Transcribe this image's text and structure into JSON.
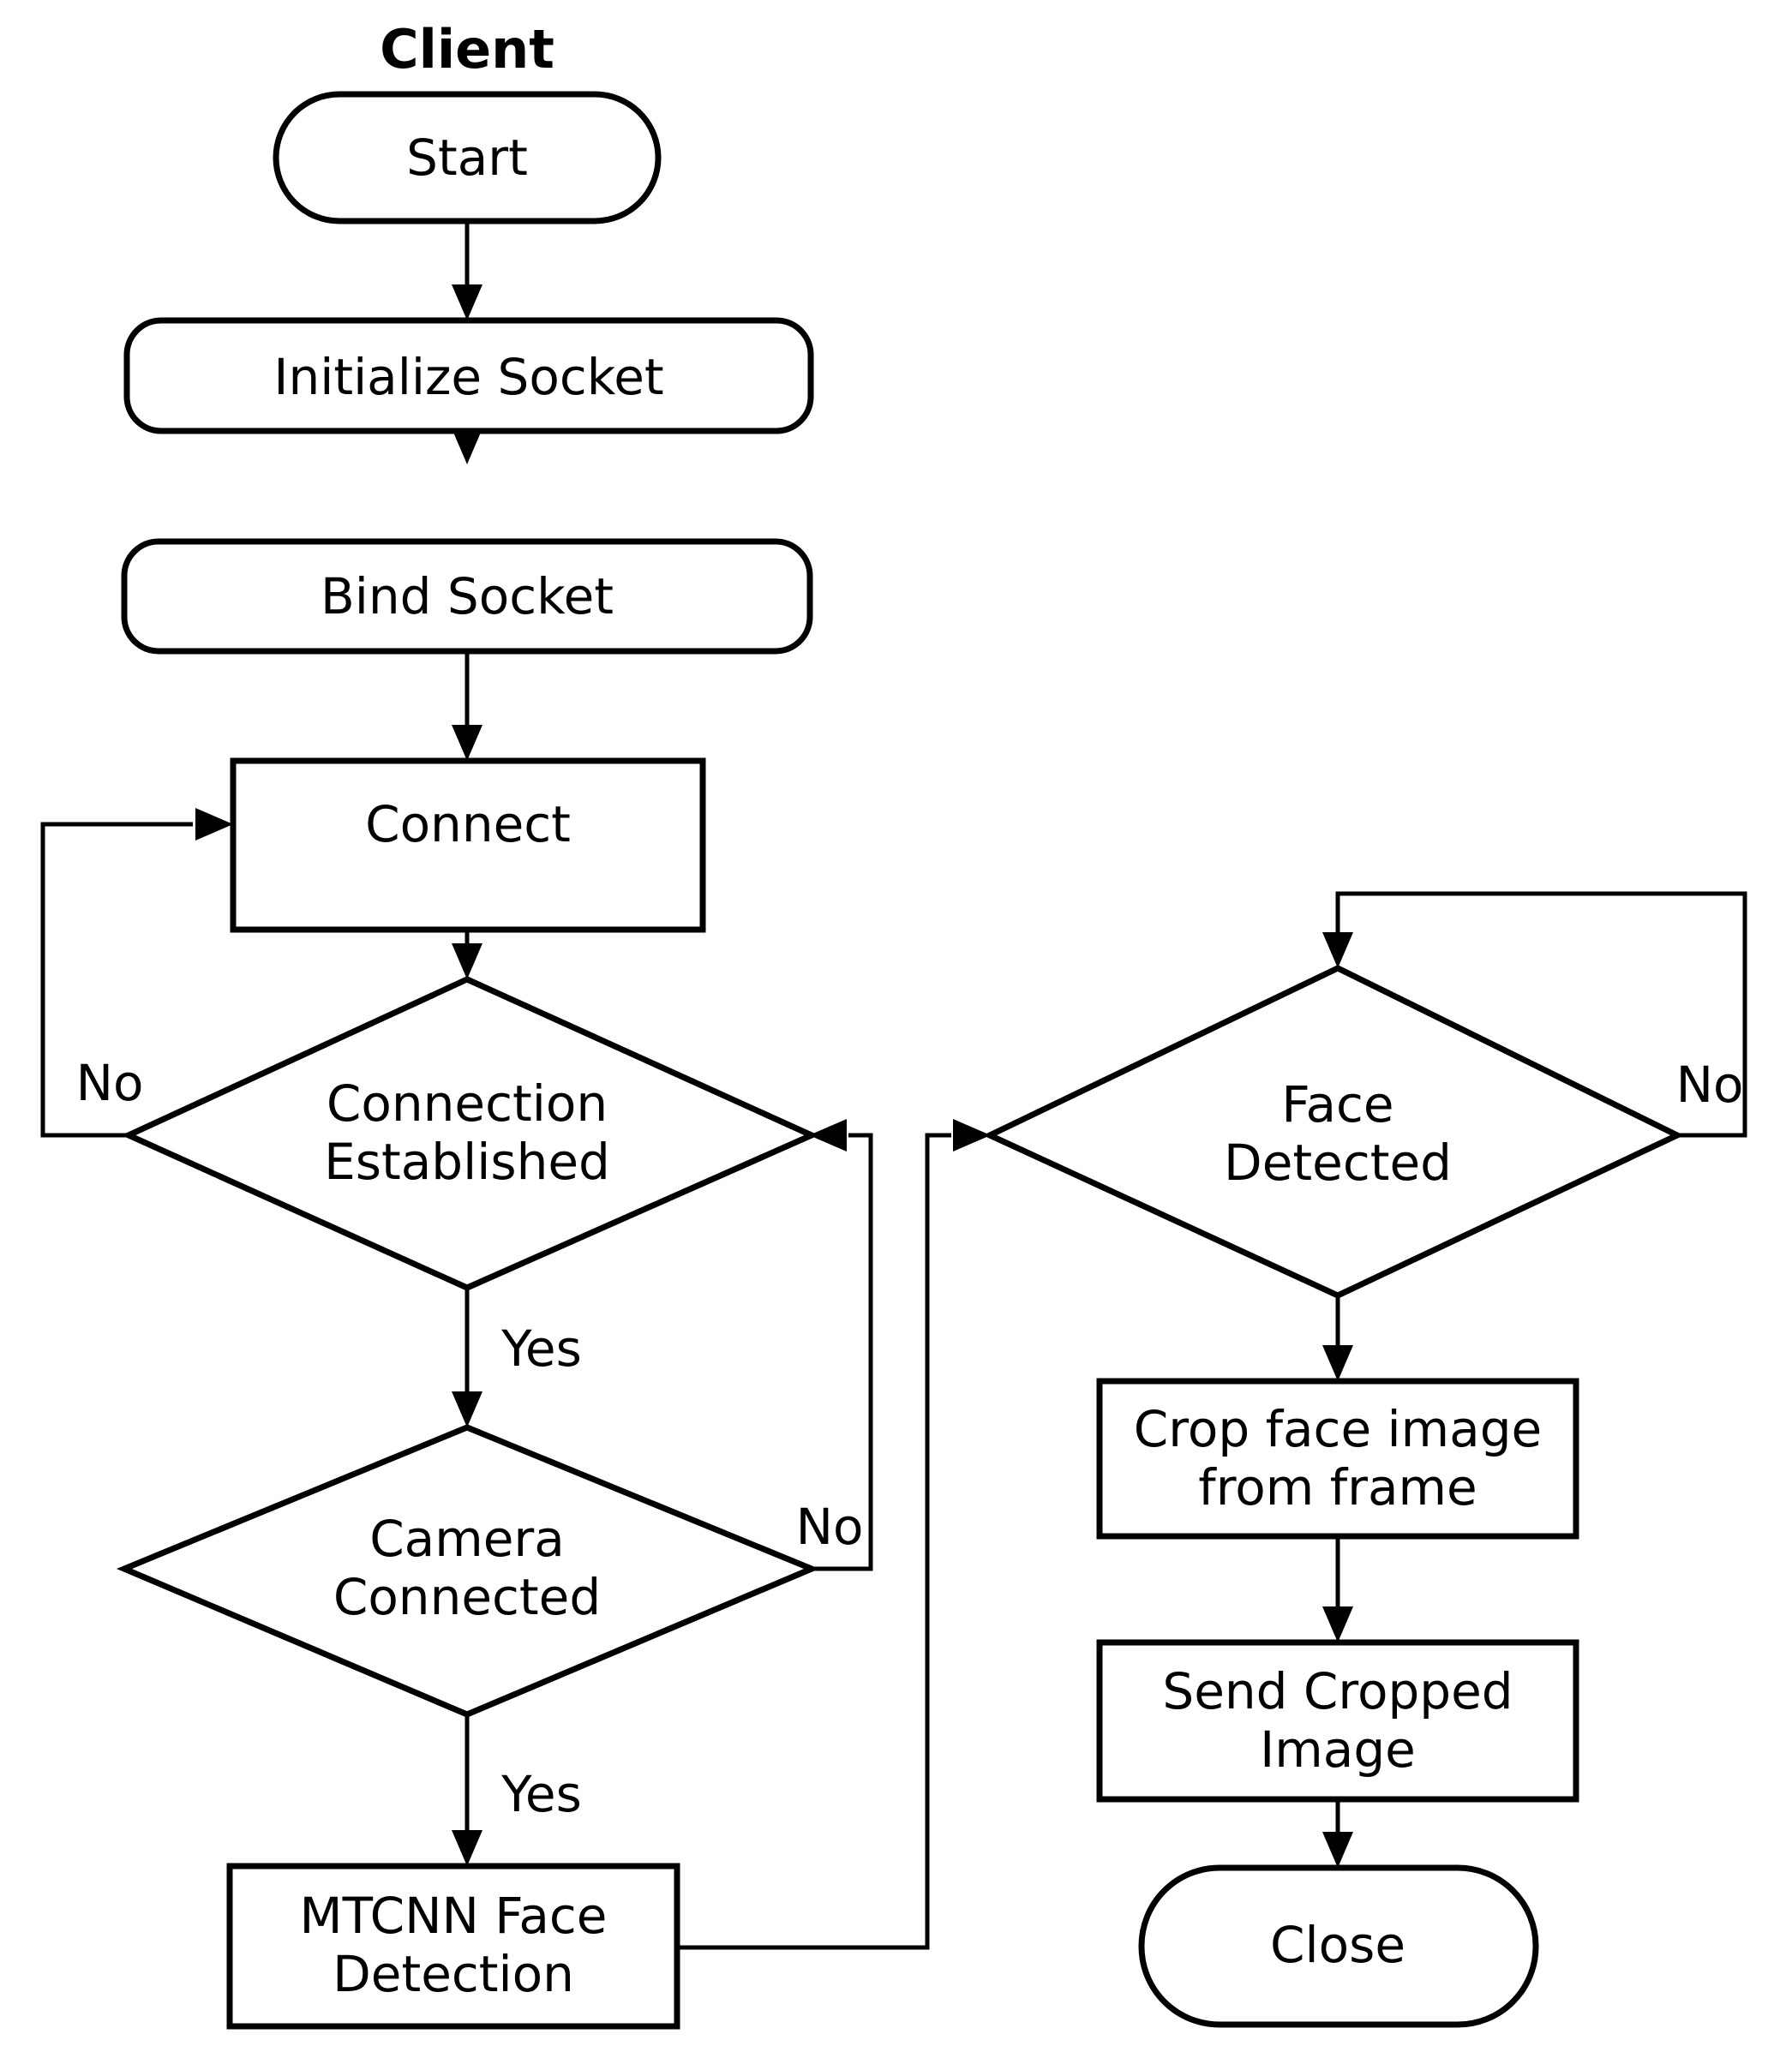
{
  "diagram": {
    "title": "Client",
    "type": "flowchart",
    "background_color": "#ffffff",
    "line_color": "#000000",
    "text_color": "#000000",
    "nodes": [
      {
        "id": "start",
        "shape": "stadium",
        "line1": "Start",
        "line2": ""
      },
      {
        "id": "init_socket",
        "shape": "stadium",
        "line1": "Initialize Socket",
        "line2": ""
      },
      {
        "id": "bind_socket",
        "shape": "stadium",
        "line1": "Bind Socket",
        "line2": ""
      },
      {
        "id": "connect",
        "shape": "rect",
        "line1": "Connect",
        "line2": ""
      },
      {
        "id": "conn_est",
        "shape": "diamond",
        "line1": "Connection",
        "line2": "Established"
      },
      {
        "id": "cam_conn",
        "shape": "diamond",
        "line1": "Camera",
        "line2": "Connected"
      },
      {
        "id": "mtcnn",
        "shape": "rect",
        "line1": "MTCNN Face",
        "line2": "Detection"
      },
      {
        "id": "face_det",
        "shape": "diamond",
        "line1": "Face",
        "line2": "Detected"
      },
      {
        "id": "crop_face",
        "shape": "rect",
        "line1": "Crop face image",
        "line2": "from frame"
      },
      {
        "id": "send_crop",
        "shape": "rect",
        "line1": "Send Cropped",
        "line2": "Image"
      },
      {
        "id": "close",
        "shape": "stadium",
        "line1": "Close",
        "line2": ""
      }
    ],
    "edge_labels": {
      "conn_est_no": "No",
      "conn_est_yes": "Yes",
      "cam_conn_no": "No",
      "cam_conn_yes": "Yes",
      "face_det_no": "No"
    },
    "edges": [
      {
        "from": "start",
        "to": "init_socket",
        "label": ""
      },
      {
        "from": "init_socket",
        "to": "bind_socket",
        "label": ""
      },
      {
        "from": "bind_socket",
        "to": "connect",
        "label": ""
      },
      {
        "from": "connect",
        "to": "conn_est",
        "label": ""
      },
      {
        "from": "conn_est",
        "to": "connect",
        "label": "No"
      },
      {
        "from": "conn_est",
        "to": "cam_conn",
        "label": "Yes"
      },
      {
        "from": "cam_conn",
        "to": "conn_est",
        "label": "No"
      },
      {
        "from": "cam_conn",
        "to": "mtcnn",
        "label": "Yes"
      },
      {
        "from": "mtcnn",
        "to": "face_det",
        "label": ""
      },
      {
        "from": "face_det",
        "to": "face_det",
        "label": "No"
      },
      {
        "from": "face_det",
        "to": "crop_face",
        "label": ""
      },
      {
        "from": "crop_face",
        "to": "send_crop",
        "label": ""
      },
      {
        "from": "send_crop",
        "to": "close",
        "label": ""
      }
    ]
  }
}
